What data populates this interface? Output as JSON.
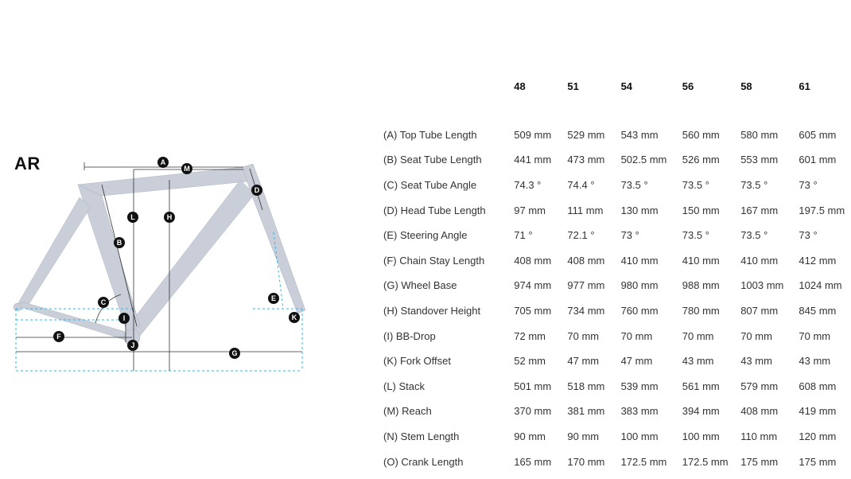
{
  "model": "AR",
  "diagram_labels": {
    "A": "A",
    "B": "B",
    "C": "C",
    "D": "D",
    "E": "E",
    "F": "F",
    "G": "G",
    "H": "H",
    "I": "I",
    "J": "J",
    "K": "K",
    "L": "L",
    "M": "M"
  },
  "sizes": [
    "48",
    "51",
    "54",
    "56",
    "58",
    "61"
  ],
  "rows": [
    {
      "label": "(A) Top Tube Length",
      "values": [
        "509 mm",
        "529 mm",
        "543 mm",
        "560 mm",
        "580 mm",
        "605 mm"
      ]
    },
    {
      "label": "(B) Seat Tube Length",
      "values": [
        "441 mm",
        "473 mm",
        "502.5 mm",
        "526 mm",
        "553 mm",
        "601 mm"
      ]
    },
    {
      "label": "(C) Seat Tube Angle",
      "values": [
        "74.3 °",
        "74.4 °",
        "73.5 °",
        "73.5 °",
        "73.5 °",
        "73 °"
      ]
    },
    {
      "label": "(D) Head Tube Length",
      "values": [
        "97 mm",
        "111 mm",
        "130 mm",
        "150 mm",
        "167 mm",
        "197.5 mm"
      ]
    },
    {
      "label": "(E) Steering Angle",
      "values": [
        "71 °",
        "72.1 °",
        "73 °",
        "73.5 °",
        "73.5 °",
        "73 °"
      ]
    },
    {
      "label": "(F) Chain Stay Length",
      "values": [
        "408 mm",
        "408 mm",
        "410 mm",
        "410 mm",
        "410 mm",
        "412 mm"
      ]
    },
    {
      "label": "(G) Wheel Base",
      "values": [
        "974 mm",
        "977 mm",
        "980 mm",
        "988 mm",
        "1003 mm",
        "1024 mm"
      ]
    },
    {
      "label": "(H) Standover Height",
      "values": [
        "705 mm",
        "734 mm",
        "760 mm",
        "780 mm",
        "807 mm",
        "845 mm"
      ]
    },
    {
      "label": "(I) BB-Drop",
      "values": [
        "72 mm",
        "70 mm",
        "70 mm",
        "70 mm",
        "70 mm",
        "70 mm"
      ]
    },
    {
      "label": "(K) Fork Offset",
      "values": [
        "52 mm",
        "47 mm",
        "47 mm",
        "43 mm",
        "43 mm",
        "43 mm"
      ]
    },
    {
      "label": "(L) Stack",
      "values": [
        "501 mm",
        "518 mm",
        "539 mm",
        "561 mm",
        "579 mm",
        "608 mm"
      ]
    },
    {
      "label": "(M) Reach",
      "values": [
        "370 mm",
        "381 mm",
        "383 mm",
        "394 mm",
        "408 mm",
        "419 mm"
      ]
    },
    {
      "label": "(N) Stem Length",
      "values": [
        "90 mm",
        "90 mm",
        "100 mm",
        "100 mm",
        "110 mm",
        "120 mm"
      ]
    },
    {
      "label": "(O) Crank Length",
      "values": [
        "165 mm",
        "170 mm",
        "172.5 mm",
        "172.5 mm",
        "175 mm",
        "175 mm"
      ]
    }
  ],
  "colors": {
    "frame": "#c9ced8",
    "guide": "#3bb3e0",
    "line": "#333333",
    "badge": "#111111"
  }
}
